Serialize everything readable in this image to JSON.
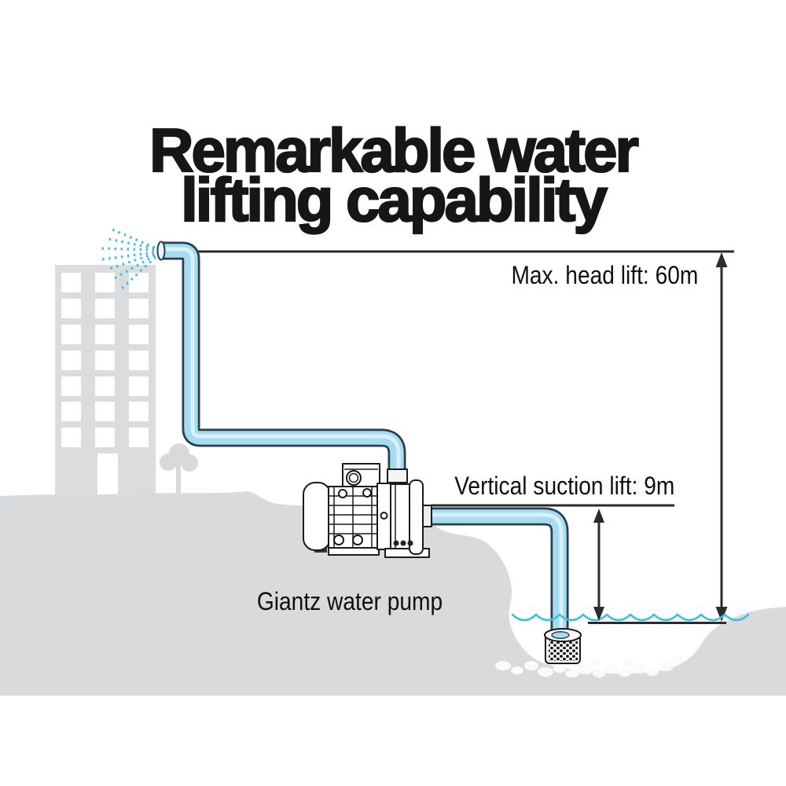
{
  "title": {
    "line1": "Remarkable water",
    "line2": "lifting capability"
  },
  "annotations": {
    "max_head_lift": {
      "text": "Max. head lift: 60m",
      "label": "Max. head lift",
      "value": "60m"
    },
    "vertical_suction_lift": {
      "text": "Vertical suction lift: 9m",
      "label": "Vertical suction lift",
      "value": "9m"
    },
    "pump_caption": "Giantz water pump"
  },
  "illustration_parts": [
    "building-silhouette",
    "tree-silhouette",
    "terrain-silhouette",
    "pebbles",
    "discharge-pipe",
    "spray-icon",
    "water-pump-line-art",
    "suction-pipe",
    "strainer-icon",
    "water-surface-waves",
    "measure-arrow-60m",
    "measure-arrow-9m"
  ],
  "colors": {
    "background": "#ffffff",
    "pipe_fill": "#a6dcf2",
    "pipe_outline": "#2a3f4a",
    "pipe_gloss": "#e9f7fd",
    "spray_cyan": "#3fbcd9",
    "wave_cyan": "#3ec0de",
    "terrain_gray": "#d9dadb",
    "building_gray": "#dadcdd",
    "text_black": "#161616",
    "measure_line": "#2b2b2b"
  }
}
